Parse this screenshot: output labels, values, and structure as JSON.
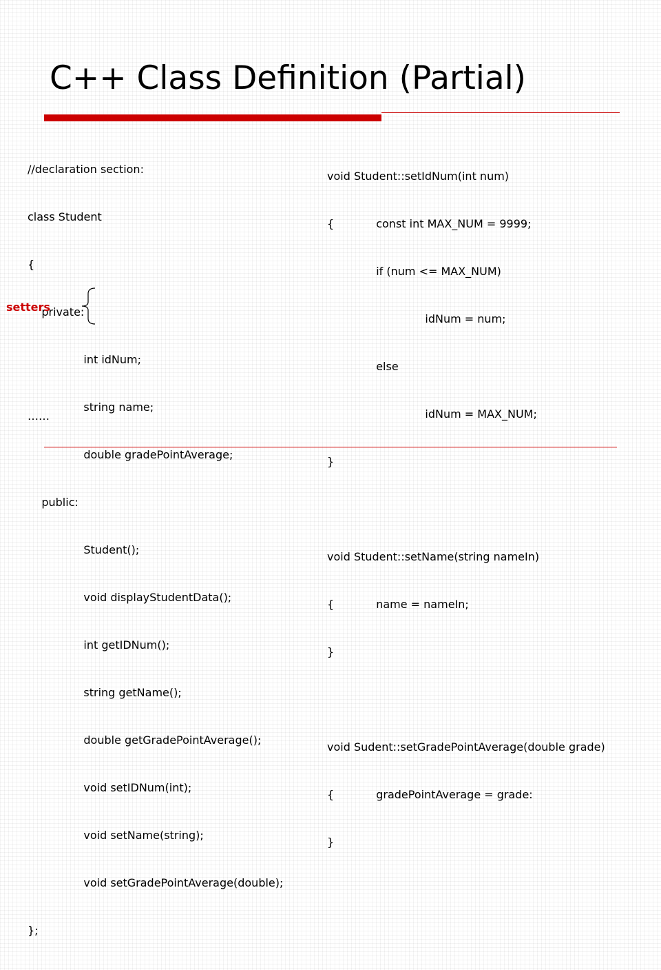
{
  "slide": {
    "title": "C++ Class Definition (Partial)",
    "accent_color": "#cc0000",
    "left_code": [
      "//declaration section:",
      "class Student",
      "{",
      "    private:",
      "                int idNum;",
      "                string name;",
      "                double gradePointAverage;",
      "    public:",
      "                Student();",
      "                void displayStudentData();",
      "                int getIDNum();",
      "                string getName();",
      "                double getGradePointAverage();",
      "                void setIDNum(int);",
      "                void setName(string);",
      "                void setGradePointAverage(double);",
      "};"
    ],
    "ellipsis": "……",
    "annotation": {
      "label": "setters",
      "icon": "curly-brace-icon"
    },
    "right_code": [
      "void Student::setIdNum(int num)",
      "{            const int MAX_NUM = 9999;",
      "              if (num <= MAX_NUM)",
      "                            idNum = num;",
      "              else",
      "                            idNum = MAX_NUM;",
      "}",
      "",
      "void Student::setName(string nameIn)",
      "{            name = nameIn;",
      "}",
      "",
      "void Sudent::setGradePointAverage(double grade)",
      "{            gradePointAverage = grade:",
      "}"
    ]
  }
}
